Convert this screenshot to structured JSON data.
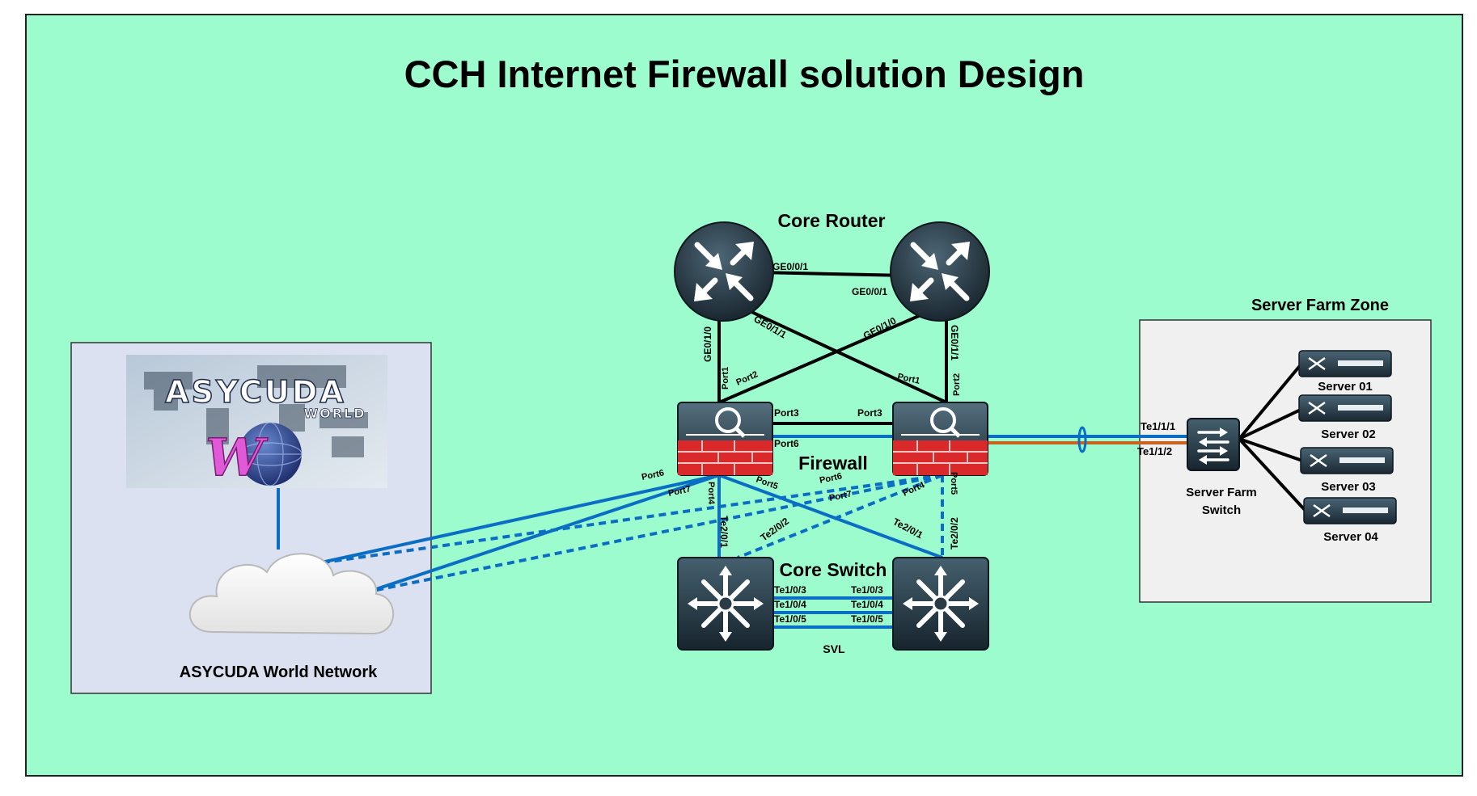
{
  "title": "CCH Internet Firewall solution Design",
  "colors": {
    "background": "#9dfcce",
    "link_blue": "#0a6ec4",
    "link_orange": "#c8641e",
    "link_black": "#000000",
    "firewall_red": "#d9292b",
    "device_dark": "#24323d"
  },
  "core_router": {
    "label": "Core Router",
    "links": {
      "r1_r2_a": "GE0/0/1",
      "r1_r2_b": "GE0/0/1",
      "r1_down": "GE0/1/0",
      "r1_cross": "GE0/1/1",
      "r2_cross": "GE0/1/0",
      "r2_down": "GE0/1/1"
    }
  },
  "firewall": {
    "label": "Firewall",
    "ports": {
      "fw1_port1": "Port1",
      "fw1_port2": "Port2",
      "fw2_port1": "Port1",
      "fw2_port2": "Port2",
      "fw1_port3": "Port3",
      "fw2_port3": "Port3",
      "fw1_port6_ha": "Port6",
      "fw1_port6": "Port6",
      "fw1_port7": "Port7",
      "fw1_port4": "Port4",
      "fw1_port5": "Port5",
      "fw2_port6": "Port6",
      "fw2_port7": "Port7",
      "fw2_port4": "Port4",
      "fw2_port5": "Port5"
    }
  },
  "core_switch": {
    "label": "Core Switch",
    "svl_label": "SVL",
    "ports": {
      "s1_te201": "Te2/0/1",
      "s1_te202": "Te2/0/2",
      "s2_te201": "Te2/0/1",
      "s2_te202": "Te2/0/2",
      "s1_te103": "Te1/0/3",
      "s1_te104": "Te1/0/4",
      "s1_te105": "Te1/0/5",
      "s2_te103": "Te1/0/3",
      "s2_te104": "Te1/0/4",
      "s2_te105": "Te1/0/5"
    }
  },
  "asycuda": {
    "logo_text": "ASYCUDA",
    "logo_subtext": "WORLD",
    "network_label": "ASYCUDA World Network"
  },
  "server_farm": {
    "zone_label": "Server Farm Zone",
    "switch_label_line1": "Server Farm",
    "switch_label_line2": "Switch",
    "port_a": "Te1/1/1",
    "port_b": "Te1/1/2",
    "servers": [
      {
        "name": "Server 01"
      },
      {
        "name": "Server 02"
      },
      {
        "name": "Server 03"
      },
      {
        "name": "Server 04"
      }
    ]
  }
}
